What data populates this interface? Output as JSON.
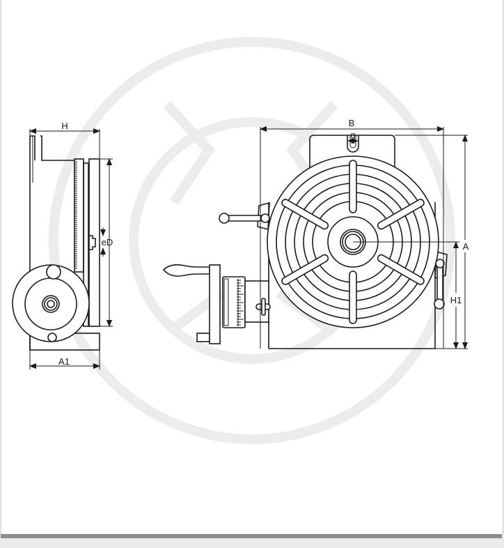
{
  "drawing": {
    "side_view": {
      "labels": {
        "height": "H",
        "slot": "eD",
        "base_width": "A1"
      }
    },
    "front_view": {
      "labels": {
        "width": "B",
        "slot_width": "g",
        "overall_height": "A",
        "center_height": "H1"
      }
    }
  },
  "colors": {
    "line": "#1a1a1a",
    "watermark": "#ececec",
    "footer_bar": "#8c8c8c",
    "background": "#eaeaea"
  }
}
